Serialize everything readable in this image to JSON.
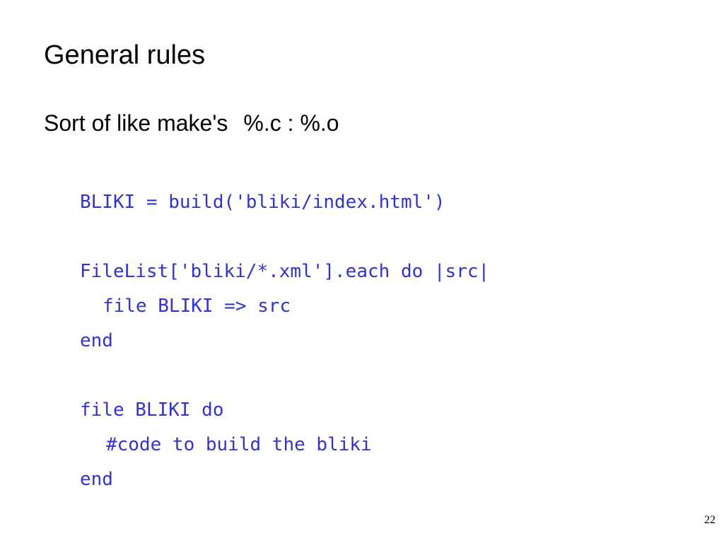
{
  "slide": {
    "title": "General rules",
    "subtitle_text": "Sort of like make's",
    "subtitle_code": "%.c : %.o",
    "code_lines": [
      "BLIKI = build('bliki/index.html')",
      "",
      "FileList['bliki/*.xml'].each do |src|",
      "file BLIKI => src",
      "end",
      "",
      "file BLIKI do",
      "#code to build the bliki",
      "end"
    ],
    "slide_number": "22"
  },
  "colors": {
    "code": "#3333cc",
    "text": "#000000",
    "background": "#ffffff"
  }
}
